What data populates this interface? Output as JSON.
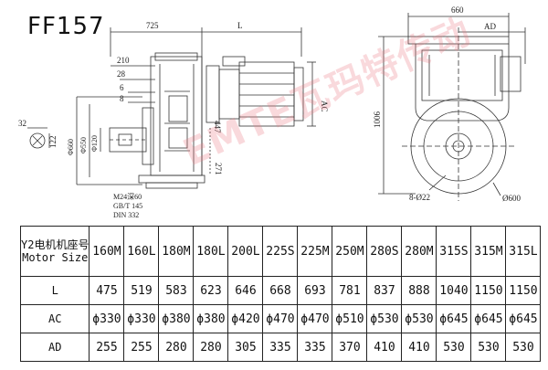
{
  "model": "FF157",
  "drawing": {
    "dims": {
      "d725": "725",
      "L": "L",
      "d210": "210",
      "d28": "28",
      "d6": "6",
      "d8": "8",
      "AC": "AC",
      "d447": "447",
      "d271": "271",
      "d32": "32",
      "d122": "122",
      "d660_left": "Φ660",
      "d550": "Φ550",
      "d120": "Φ120",
      "d660_top": "660",
      "AD": "AD",
      "d1006": "1006",
      "s022": "8-Ø22",
      "d600": "Ø600"
    },
    "thread_note": [
      "M24深60",
      "GB/T 145",
      "DIN 332"
    ]
  },
  "watermark": "EMTE瓦玛特传动",
  "table": {
    "header_label_cn": "Y2电机机座号",
    "header_label_en": "Motor Size",
    "columns": [
      "160M",
      "160L",
      "180M",
      "180L",
      "200L",
      "225S",
      "225M",
      "250M",
      "280S",
      "280M",
      "315S",
      "315M",
      "315L"
    ],
    "rows": [
      {
        "label": "L",
        "values": [
          "475",
          "519",
          "583",
          "623",
          "646",
          "668",
          "693",
          "781",
          "837",
          "888",
          "1040",
          "1150",
          "1150"
        ]
      },
      {
        "label": "AC",
        "values": [
          "ϕ330",
          "ϕ330",
          "ϕ380",
          "ϕ380",
          "ϕ420",
          "ϕ470",
          "ϕ470",
          "ϕ510",
          "ϕ530",
          "ϕ530",
          "ϕ645",
          "ϕ645",
          "ϕ645"
        ]
      },
      {
        "label": "AD",
        "values": [
          "255",
          "255",
          "280",
          "280",
          "305",
          "335",
          "335",
          "370",
          "410",
          "410",
          "530",
          "530",
          "530"
        ]
      }
    ]
  }
}
